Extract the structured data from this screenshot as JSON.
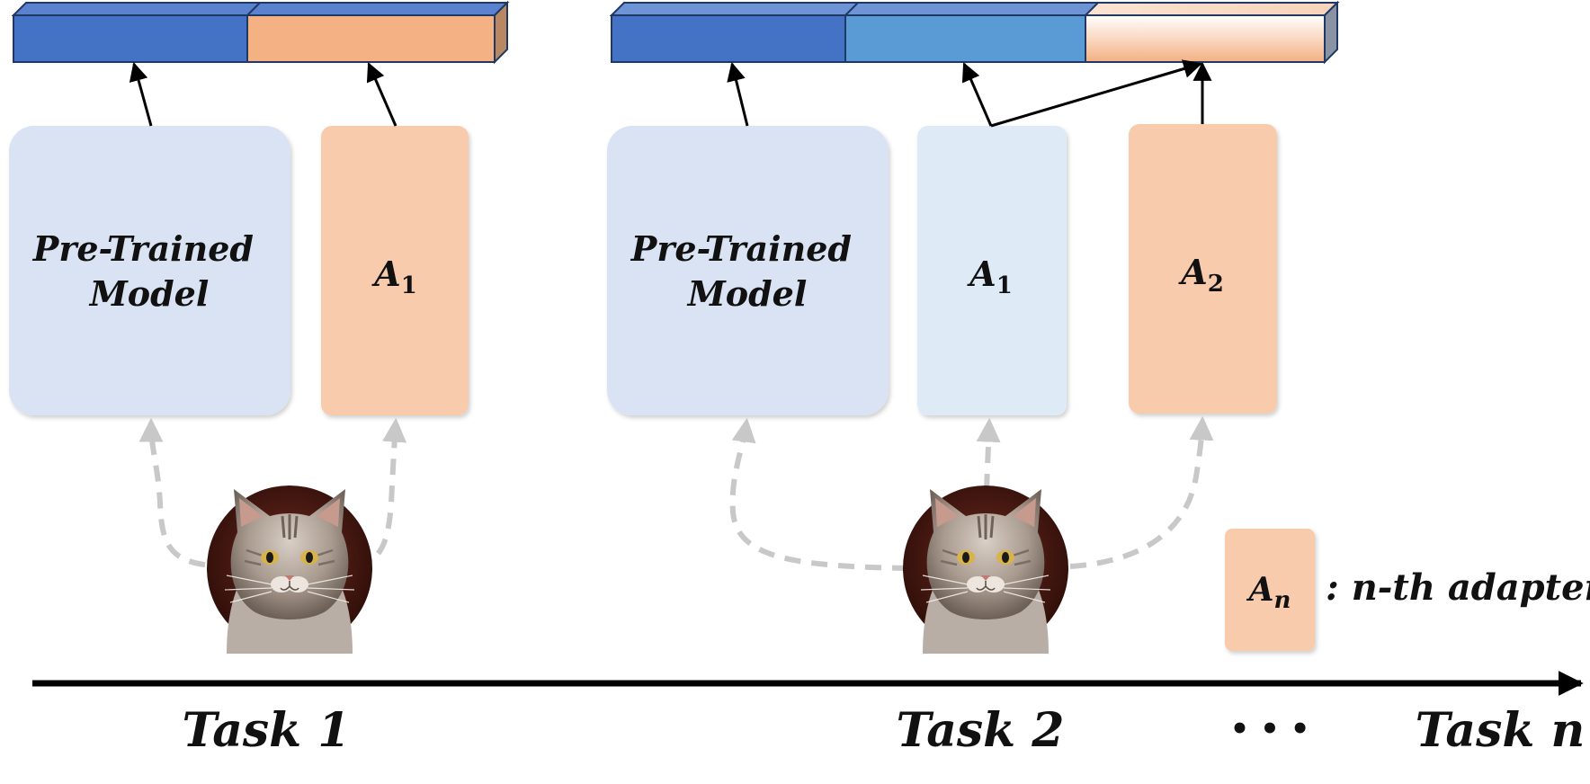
{
  "colors": {
    "feature_blue_dark": "#4472C4",
    "feature_blue_mid": "#5B9BD5",
    "feature_orange": "#F4B183",
    "pretrained_box": "#DAE3F3",
    "adapter_old_box": "#DEEBF7",
    "adapter_new_box": "#F8CBAD",
    "dashed_arrow": "#C8C8C8",
    "arrow": "#000000"
  },
  "task1": {
    "pretrained_line1": "Pre-Trained",
    "pretrained_line2": "Model",
    "adapter_main": "A",
    "adapter_sub": "1",
    "label": "Task 1",
    "image_icon": "cat-photo"
  },
  "task2": {
    "pretrained_line1": "Pre-Trained",
    "pretrained_line2": "Model",
    "adapter1_main": "A",
    "adapter1_sub": "1",
    "adapter2_main": "A",
    "adapter2_sub": "2",
    "label": "Task 2",
    "image_icon": "cat-photo"
  },
  "legend": {
    "adapter_main": "A",
    "adapter_sub": "n",
    "text": ": n-th adapter"
  },
  "timeline": {
    "ellipsis": "• • •",
    "end_label": "Task n"
  }
}
